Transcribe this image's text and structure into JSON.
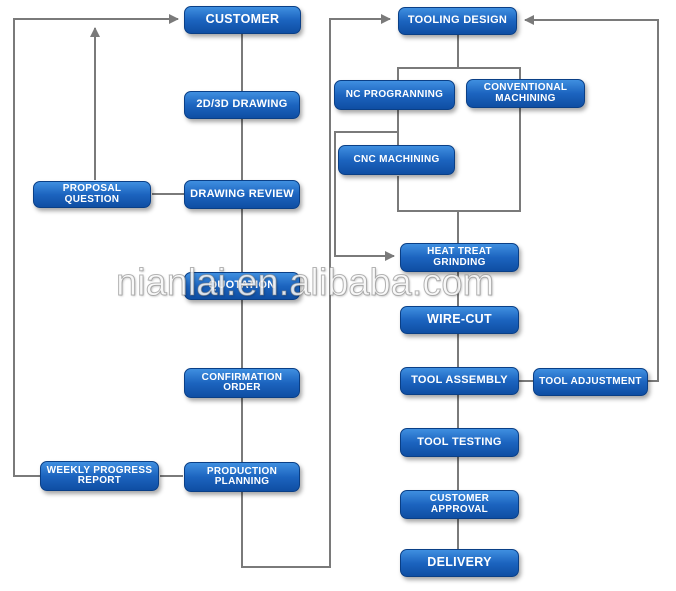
{
  "nodes": {
    "customer": "CUSTOMER",
    "drawing_2d3d": "2D/3D DRAWING",
    "drawing_review": "DRAWING REVIEW",
    "proposal_question": "PROPOSAL QUESTION",
    "quotation": "QUOTATION",
    "confirmation_order": "CONFIRMATION ORDER",
    "production_planning": "PRODUCTION PLANNING",
    "weekly_progress_report": "WEEKLY PROGRESS REPORT",
    "tooling_design": "TOOLING DESIGN",
    "nc_programming": "NC PROGRANNING",
    "conventional_machining": "CONVENTIONAL MACHINING",
    "cnc_machining": "CNC MACHINING",
    "heat_treat_grinding": "HEAT TREAT GRINDING",
    "wire_cut": "WIRE-CUT",
    "tool_assembly": "TOOL ASSEMBLY",
    "tool_adjustment": "TOOL ADJUSTMENT",
    "tool_testing": "TOOL TESTING",
    "customer_approval": "CUSTOMER APPROVAL",
    "delivery": "DELIVERY"
  },
  "watermark": "nianlai.en.alibaba.com",
  "colors": {
    "node_fill": "#1c64bf",
    "connector": "#7a7a7a"
  }
}
